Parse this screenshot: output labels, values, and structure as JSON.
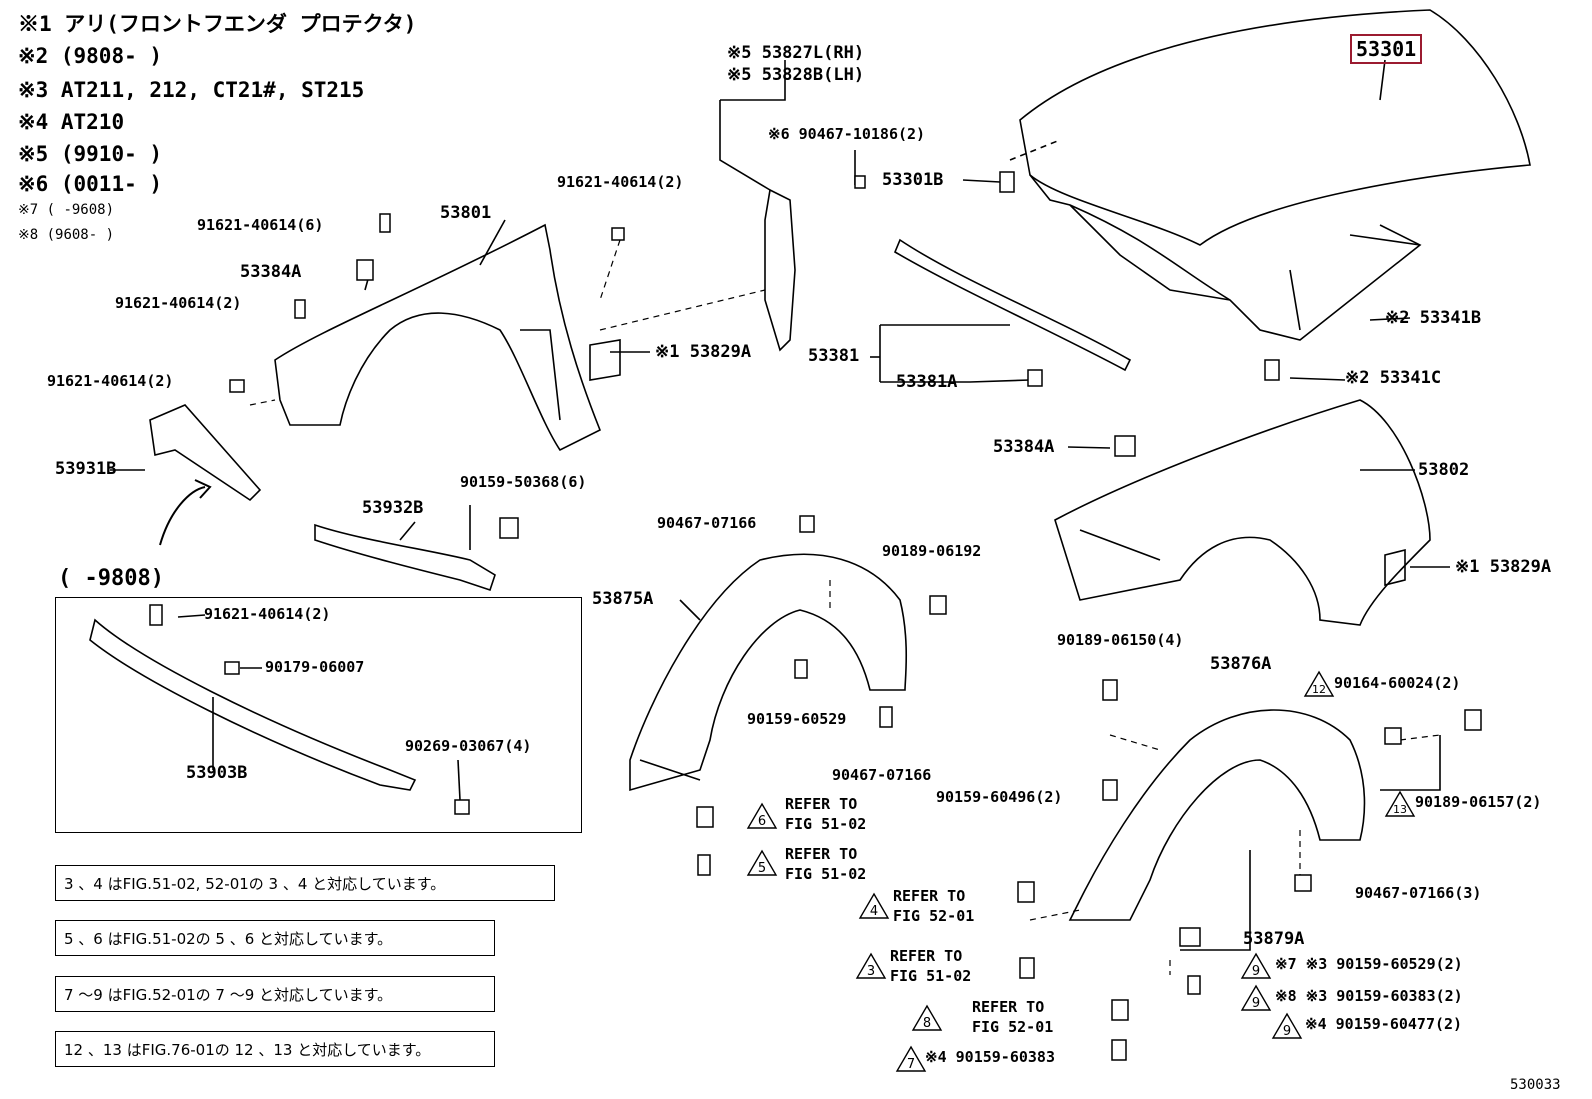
{
  "notes": [
    "※1 アリ(フロントフエンダ プロテクタ)",
    "※2 (9808-     )",
    "※3 AT211, 212, CT21#, ST215",
    "※4 AT210",
    "※5 (9910-     )",
    "※6 (0011-     )",
    "※7 (   -9608)",
    "※8 (9608-   )"
  ],
  "highlighted_part": "53301",
  "parts": {
    "p53827": "※5 53827L(RH)",
    "p53828": "※5 53828B(LH)",
    "p90467_10186": "※6 90467-10186(2)",
    "p53301B": "53301B",
    "p91621_a": "91621-40614(2)",
    "p91621_b": "91621-40614(6)",
    "p53801": "53801",
    "p53384A_l": "53384A",
    "p91621_c": "91621-40614(2)",
    "p91621_d": "91621-40614(2)",
    "p53829A_l": "※1 53829A",
    "p53381": "53381",
    "p53381A": "53381A",
    "p53341B": "※2 53341B",
    "p53341C": "※2 53341C",
    "p53931B": "53931B",
    "p53384A_r": "53384A",
    "p53802": "53802",
    "p90159_50368": "90159-50368(6)",
    "p53932B": "53932B",
    "p9808": "(      -9808)",
    "p90467_07166_a": "90467-07166",
    "p90189_06192": "90189-06192",
    "p53875A": "53875A",
    "p53829A_r": "※1 53829A",
    "p91621_e": "91621-40614(2)",
    "p90179": "90179-06007",
    "p53903B": "53903B",
    "p90269": "90269-03067(4)",
    "p90159_60529": "90159-60529",
    "p90467_07166_b": "90467-07166",
    "p90189_06150": "90189-06150(4)",
    "p53876A": "53876A",
    "p90164": "90164-60024(2)",
    "p90159_60496": "90159-60496(2)",
    "p90189_06157": "90189-06157(2)",
    "p90467_07166_c": "90467-07166(3)",
    "p53879A": "53879A",
    "p90159_60529_2": "※7 ※3 90159-60529(2)",
    "p90159_60383_2": "※8 ※3 90159-60383(2)",
    "p90159_60477": "※4 90159-60477(2)",
    "p90159_60383": "※4 90159-60383",
    "ref_6": "REFER TO\nFIG 51-02",
    "ref_5": "REFER TO\nFIG 51-02",
    "ref_4a": "REFER TO\nFIG 52-01",
    "ref_3": "REFER TO\nFIG 51-02",
    "ref_4b": "REFER TO\nFIG 52-01"
  },
  "triangles": {
    "t6": "6",
    "t5": "5",
    "t4a": "4",
    "t3": "3",
    "t8": "8",
    "t7": "7",
    "t12": "12",
    "t13": "13",
    "t9a": "9",
    "t9b": "9",
    "t9c": "9"
  },
  "jp_notes": [
    "3 、4 はFIG.51-02, 52-01の 3 、4 と対応しています。",
    "5 、6 はFIG.51-02の 5 、6 と対応しています。",
    "7 ～9 はFIG.52-01の 7 ～9 と対応しています。",
    "12 、13 はFIG.76-01の 12 、13 と対応しています。"
  ],
  "figure_code": "530033"
}
